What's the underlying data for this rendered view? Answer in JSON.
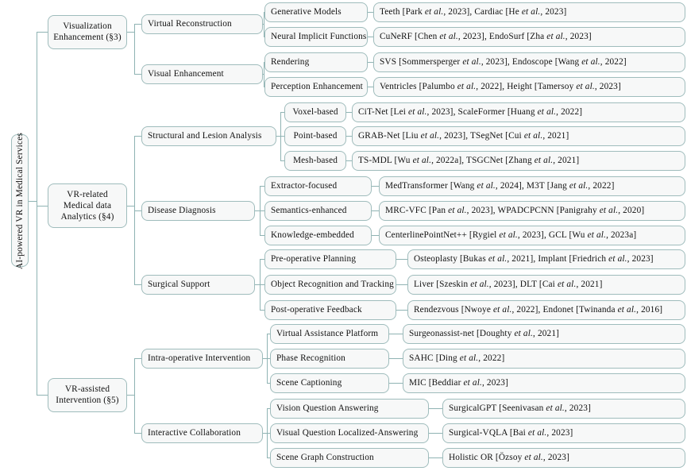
{
  "figure": {
    "type": "taxonomy-tree",
    "root": {
      "label": "AI-powered VR in Medical Services"
    },
    "style": {
      "box_fill": "#f7f8f8",
      "box_border": "#9fbcbc",
      "connector": "#8fb3b3",
      "text": "#111111"
    }
  },
  "branches": [
    {
      "id": "visualization-enhancement",
      "label": "Visualization\nEnhancement (§3)",
      "label_lines": [
        "Visualization",
        "Enhancement (§3)"
      ],
      "children": [
        {
          "id": "virtual-reconstruction",
          "label": "Virtual Reconstruction",
          "leaves": [
            {
              "id": "generative-models",
              "label": "Generative Models",
              "citations": "Teeth [Park et al., 2023], Cardiac [He et al., 2023]"
            },
            {
              "id": "neural-implicit-functions",
              "label": "Neural Implicit Functions",
              "citations": "CuNeRF [Chen et al., 2023], EndoSurf [Zha et al., 2023]"
            }
          ]
        },
        {
          "id": "visual-enhancement",
          "label": "Visual Enhancement",
          "leaves": [
            {
              "id": "rendering",
              "label": "Rendering",
              "citations": "SVS [Sommersperger et al., 2023], Endoscope [Wang et al., 2022]"
            },
            {
              "id": "perception-enhancement",
              "label": "Perception Enhancement",
              "citations": "Ventricles [Palumbo et al., 2022], Height [Tamersoy et al., 2023]"
            }
          ]
        }
      ]
    },
    {
      "id": "vr-related-medical-data-analytics",
      "label": "VR-related\nMedical data\nAnalytics (§4)",
      "label_lines": [
        "VR-related",
        "Medical data",
        "Analytics (§4)"
      ],
      "children": [
        {
          "id": "structural-and-lesion-analysis",
          "label": "Structural and Lesion Analysis",
          "leaves": [
            {
              "id": "voxel-based",
              "label": "Voxel-based",
              "citations": "CiT-Net [Lei et al., 2023], ScaleFormer [Huang et al., 2022]"
            },
            {
              "id": "point-based",
              "label": "Point-based",
              "citations": "GRAB-Net [Liu et al., 2023], TSegNet [Cui et al., 2021]"
            },
            {
              "id": "mesh-based",
              "label": "Mesh-based",
              "citations": "TS-MDL [Wu et al., 2022a], TSGCNet [Zhang et al., 2021]"
            }
          ]
        },
        {
          "id": "disease-diagnosis",
          "label": "Disease Diagnosis",
          "leaves": [
            {
              "id": "extractor-focused",
              "label": "Extractor-focused",
              "citations": "MedTransformer [Wang et al., 2024], M3T [Jang et al., 2022]"
            },
            {
              "id": "semantics-enhanced",
              "label": "Semantics-enhanced",
              "citations": "MRC-VFC [Pan et al., 2023], WPADCPCNN [Panigrahy et al., 2020]"
            },
            {
              "id": "knowledge-embedded",
              "label": "Knowledge-embedded",
              "citations": "CenterlinePointNet++ [Rygiel et al., 2023], GCL [Wu et al., 2023a]"
            }
          ]
        },
        {
          "id": "surgical-support",
          "label": "Surgical Support",
          "leaves": [
            {
              "id": "pre-operative-planning",
              "label": "Pre-operative Planning",
              "citations": "Osteoplasty [Bukas et al., 2021], Implant [Friedrich et al., 2023]"
            },
            {
              "id": "object-recognition-and-tracking",
              "label": "Object Recognition and Tracking",
              "citations": "Liver [Szeskin et al., 2023], DLT [Cai et al., 2021]"
            },
            {
              "id": "post-operative-feedback",
              "label": "Post-operative Feedback",
              "citations": "Rendezvous [Nwoye et al., 2022], Endonet [Twinanda et al., 2016]"
            }
          ]
        }
      ]
    },
    {
      "id": "vr-assisted-intervention",
      "label": "VR-assisted\nIntervention (§5)",
      "label_lines": [
        "VR-assisted",
        "Intervention (§5)"
      ],
      "children": [
        {
          "id": "intra-operative-intervention",
          "label": "Intra-operative Intervention",
          "leaves": [
            {
              "id": "virtual-assistance-platform",
              "label": "Virtual Assistance Platform",
              "citations": "Surgeonassist-net [Doughty et al., 2021]"
            },
            {
              "id": "phase-recognition",
              "label": "Phase Recognition",
              "citations": "SAHC [Ding et al., 2022]"
            },
            {
              "id": "scene-captioning",
              "label": "Scene Captioning",
              "citations": "MIC [Beddiar et al., 2023]"
            }
          ]
        },
        {
          "id": "interactive-collaboration",
          "label": "Interactive Collaboration",
          "leaves": [
            {
              "id": "vision-question-answering",
              "label": "Vision Question Answering",
              "citations": "SurgicalGPT [Seenivasan et al., 2023]"
            },
            {
              "id": "visual-question-localized-answering",
              "label": "Visual Question Localized-Answering",
              "citations": "Surgical-VQLA [Bai et al., 2023]"
            },
            {
              "id": "scene-graph-construction",
              "label": "Scene Graph Construction",
              "citations": "Holistic OR [Özsoy et al., 2023]"
            }
          ]
        }
      ]
    }
  ]
}
